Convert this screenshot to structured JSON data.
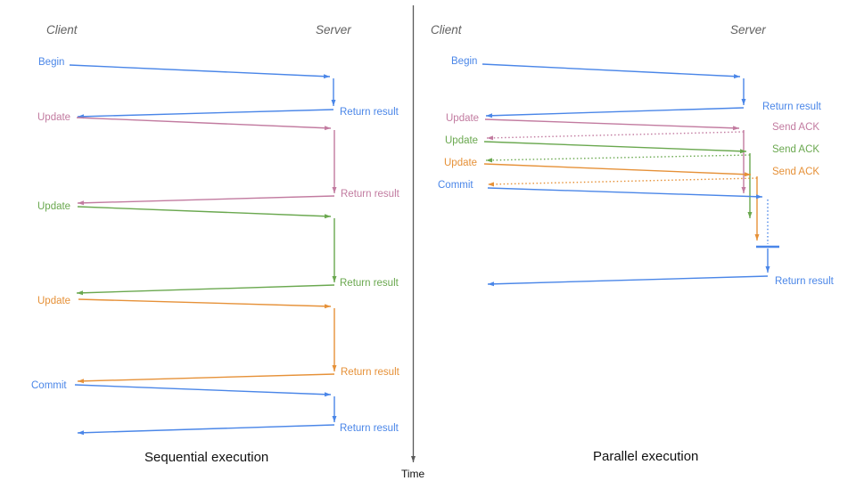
{
  "diagram": {
    "time_axis": {
      "label": "Time"
    },
    "left_panel": {
      "caption": "Sequential execution",
      "client_label": "Client",
      "server_label": "Server",
      "requests": [
        {
          "label": "Begin",
          "response": "Return result",
          "color": "#4a86e8"
        },
        {
          "label": "Update",
          "response": "Return result",
          "color": "#c27ba0"
        },
        {
          "label": "Update",
          "response": "Return result",
          "color": "#6aa84f"
        },
        {
          "label": "Update",
          "response": "Return result",
          "color": "#e69138"
        },
        {
          "label": "Commit",
          "response": "Return result",
          "color": "#4a86e8"
        }
      ]
    },
    "right_panel": {
      "caption": "Parallel execution",
      "client_label": "Client",
      "server_label": "Server",
      "requests": [
        {
          "label": "Begin",
          "response": "Return result",
          "color": "#4a86e8"
        },
        {
          "label": "Update",
          "response": "Send ACK",
          "color": "#c27ba0"
        },
        {
          "label": "Update",
          "response": "Send ACK",
          "color": "#6aa84f"
        },
        {
          "label": "Update",
          "response": "Send ACK",
          "color": "#e69138"
        },
        {
          "label": "Commit",
          "response": "Return result",
          "color": "#4a86e8"
        }
      ]
    },
    "colors": {
      "blue": "#4a86e8",
      "pink": "#c27ba0",
      "green": "#6aa84f",
      "orange": "#e69138",
      "axis_gray": "#595959",
      "actor_gray": "#616161",
      "caption_black": "#111111"
    }
  }
}
